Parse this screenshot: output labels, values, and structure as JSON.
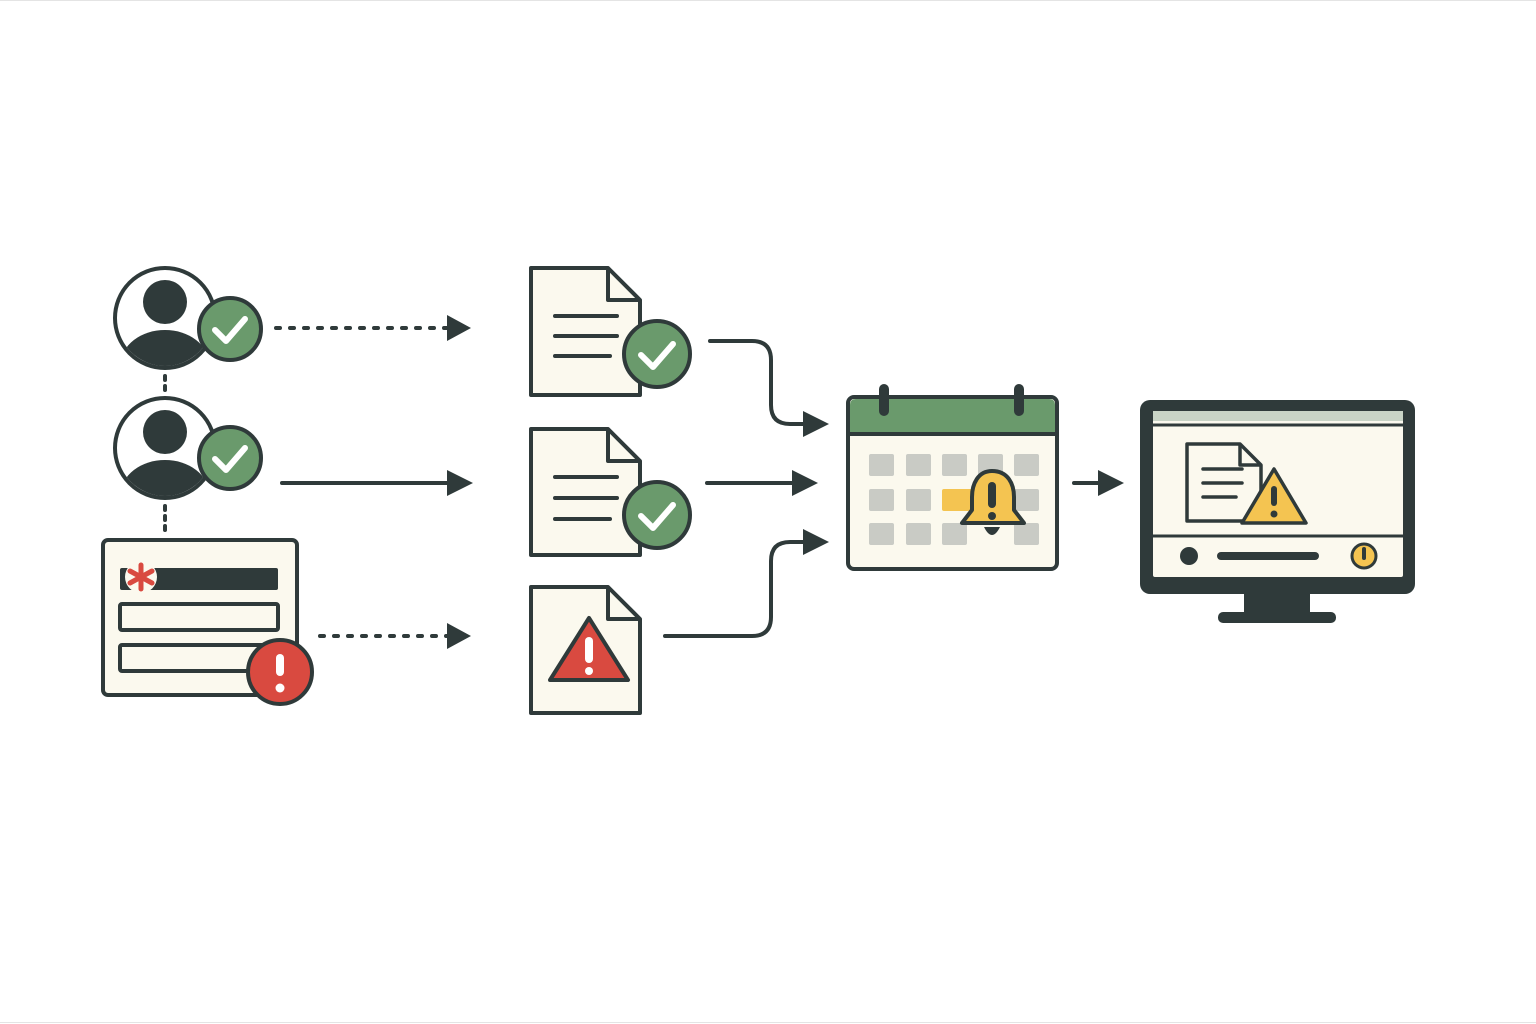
{
  "colors": {
    "outline": "#2f3a3a",
    "paper": "#fbf9ee",
    "check_green": "#6a9a6c",
    "error_red": "#d94a40",
    "warning_yellow": "#f4c451",
    "calendar_header": "#6a9a6c",
    "calendar_cell": "#c9cbc5",
    "highlight_cell": "#f4c451",
    "monitor_frame": "#2f3a3a"
  },
  "nodes": {
    "users": [
      {
        "icon": "user-avatar-icon",
        "status": "verified"
      },
      {
        "icon": "user-avatar-icon",
        "status": "verified"
      }
    ],
    "form": {
      "icon": "form-icon",
      "required_mark": "asterisk-icon",
      "status": "error"
    },
    "documents": [
      {
        "icon": "document-icon",
        "status": "verified"
      },
      {
        "icon": "document-icon",
        "status": "verified"
      },
      {
        "icon": "document-icon",
        "status": "warning"
      }
    ],
    "calendar": {
      "icon": "calendar-icon",
      "highlighted_day": "bell-warning-icon"
    },
    "monitor": {
      "icon": "monitor-icon",
      "content": [
        "document-icon",
        "warning-icon",
        "power-icon"
      ]
    }
  },
  "connectors": [
    {
      "from": "user-1",
      "to": "document-1",
      "style": "dotted"
    },
    {
      "from": "user-2",
      "to": "document-2",
      "style": "solid"
    },
    {
      "from": "form",
      "to": "document-3",
      "style": "dotted"
    },
    {
      "from": "document-1",
      "to": "calendar",
      "style": "solid"
    },
    {
      "from": "document-2",
      "to": "calendar",
      "style": "solid"
    },
    {
      "from": "document-3",
      "to": "calendar",
      "style": "solid"
    },
    {
      "from": "calendar",
      "to": "monitor",
      "style": "solid"
    }
  ]
}
